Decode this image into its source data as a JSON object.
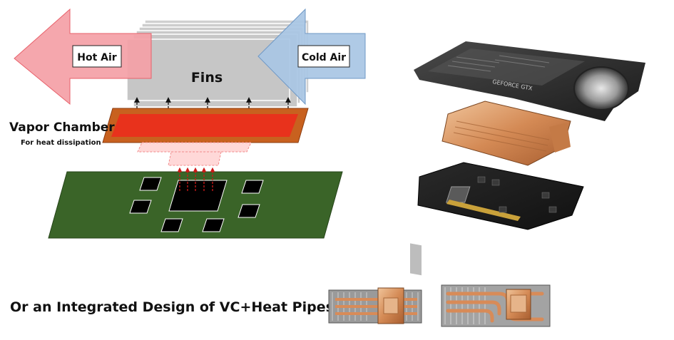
{
  "diagram": {
    "hot_air_label": "Hot Air",
    "cold_air_label": "Cold Air",
    "fins_label": "Fins",
    "vapor_chamber_title": "Vapor Chamber",
    "vapor_chamber_subtitle": "For heat dissipation",
    "integrated_design_caption": "Or an Integrated Design of VC+Heat Pipes"
  },
  "photos": {
    "shroud_brand_text": "GEFORCE GTX"
  },
  "colors": {
    "hot_air_arrow": "#f4a0a6",
    "cold_air_arrow": "#a9c6e4",
    "fins": "#c8c8c8",
    "vapor_chamber_frame": "#c8611f",
    "vapor_chamber_core": "#e8321c",
    "pcb": "#3a6428",
    "chip": "#000000",
    "copper": "#d99a6c"
  }
}
